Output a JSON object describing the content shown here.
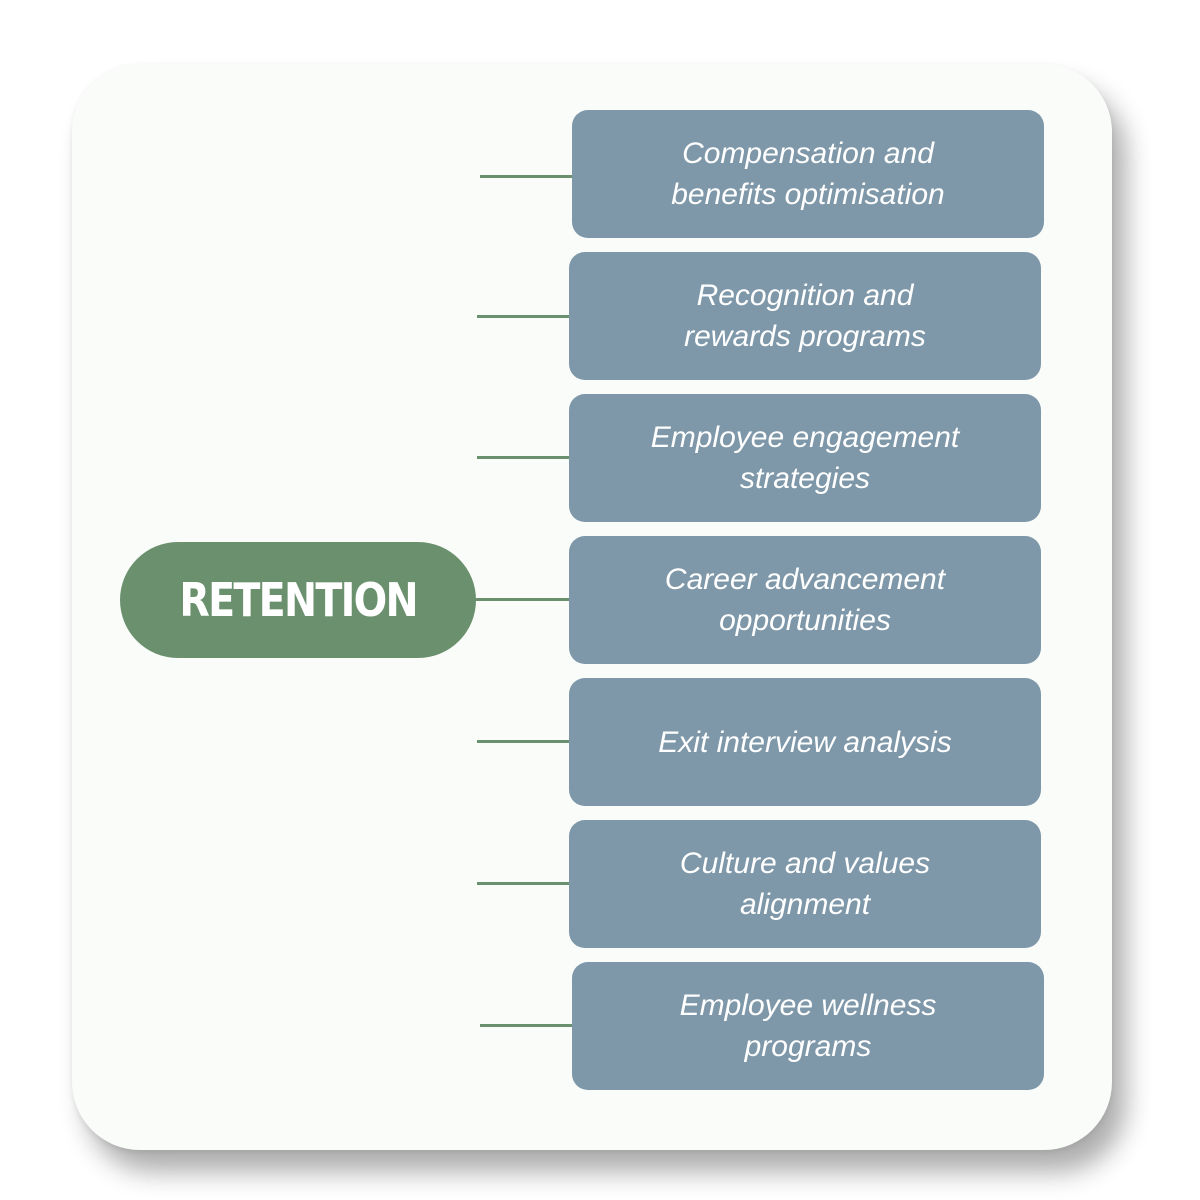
{
  "diagram": {
    "root_label": "RETENTION",
    "branches": [
      {
        "label": "Compensation and\nbenefits optimisation"
      },
      {
        "label": "Recognition and\nrewards programs"
      },
      {
        "label": "Employee engagement\nstrategies"
      },
      {
        "label": "Career advancement\nopportunities"
      },
      {
        "label": "Exit interview analysis"
      },
      {
        "label": "Culture and values\nalignment"
      },
      {
        "label": "Employee wellness\nprograms"
      }
    ]
  },
  "colors": {
    "root_fill": "#6b906e",
    "branch_fill": "#7e98a9",
    "connector": "#6b906e",
    "card_background": "#fafcfa"
  }
}
